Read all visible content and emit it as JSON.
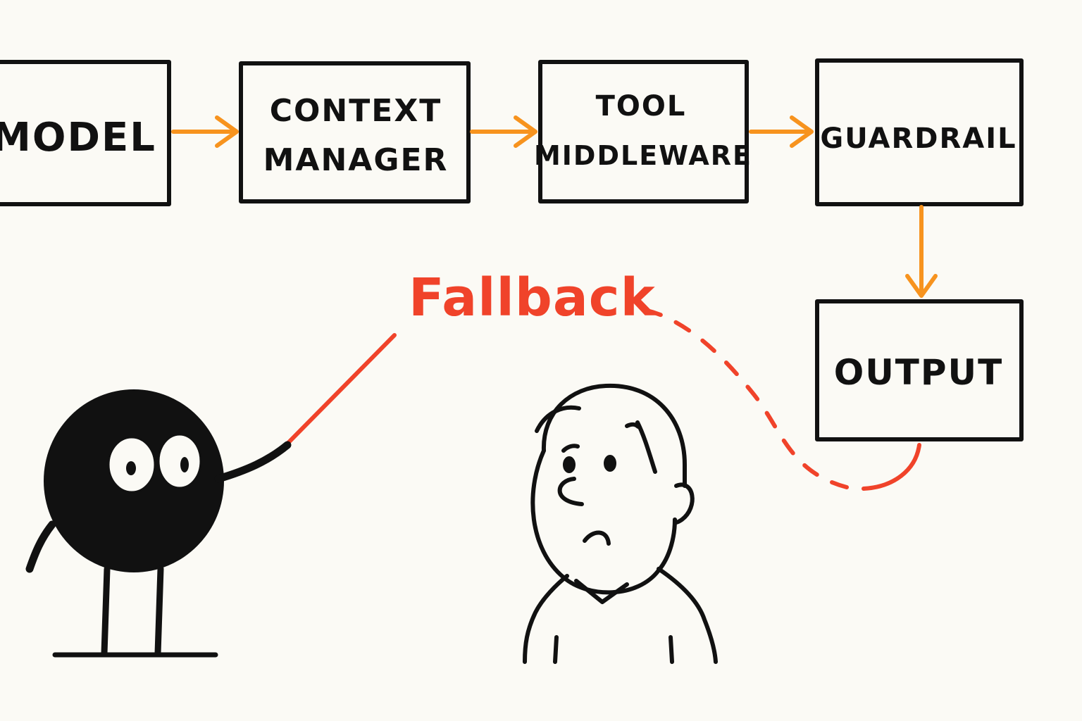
{
  "colors": {
    "ink": "#111111",
    "flow_arrow": "#f7931e",
    "fallback": "#f0432a",
    "background": "#fbfaf5"
  },
  "nodes": [
    {
      "id": "model",
      "lines": [
        "MODEL"
      ]
    },
    {
      "id": "context-manager",
      "lines": [
        "CONTEXT",
        "MANAGER"
      ]
    },
    {
      "id": "tool-middleware",
      "lines": [
        "TOOL",
        "MIDDLEWARE"
      ]
    },
    {
      "id": "guardrail",
      "lines": [
        "GUARDRAIL"
      ]
    },
    {
      "id": "output",
      "lines": [
        "OUTPUT"
      ]
    }
  ],
  "edges": [
    {
      "from": "model",
      "to": "context-manager"
    },
    {
      "from": "context-manager",
      "to": "tool-middleware"
    },
    {
      "from": "tool-middleware",
      "to": "guardrail"
    },
    {
      "from": "guardrail",
      "to": "output"
    }
  ],
  "fallback": {
    "label": "Fallback",
    "from": "output",
    "style": "dashed"
  },
  "characters": [
    {
      "id": "ball-character",
      "icon": "pointing-ball-character-icon"
    },
    {
      "id": "person",
      "icon": "worried-person-icon"
    }
  ]
}
